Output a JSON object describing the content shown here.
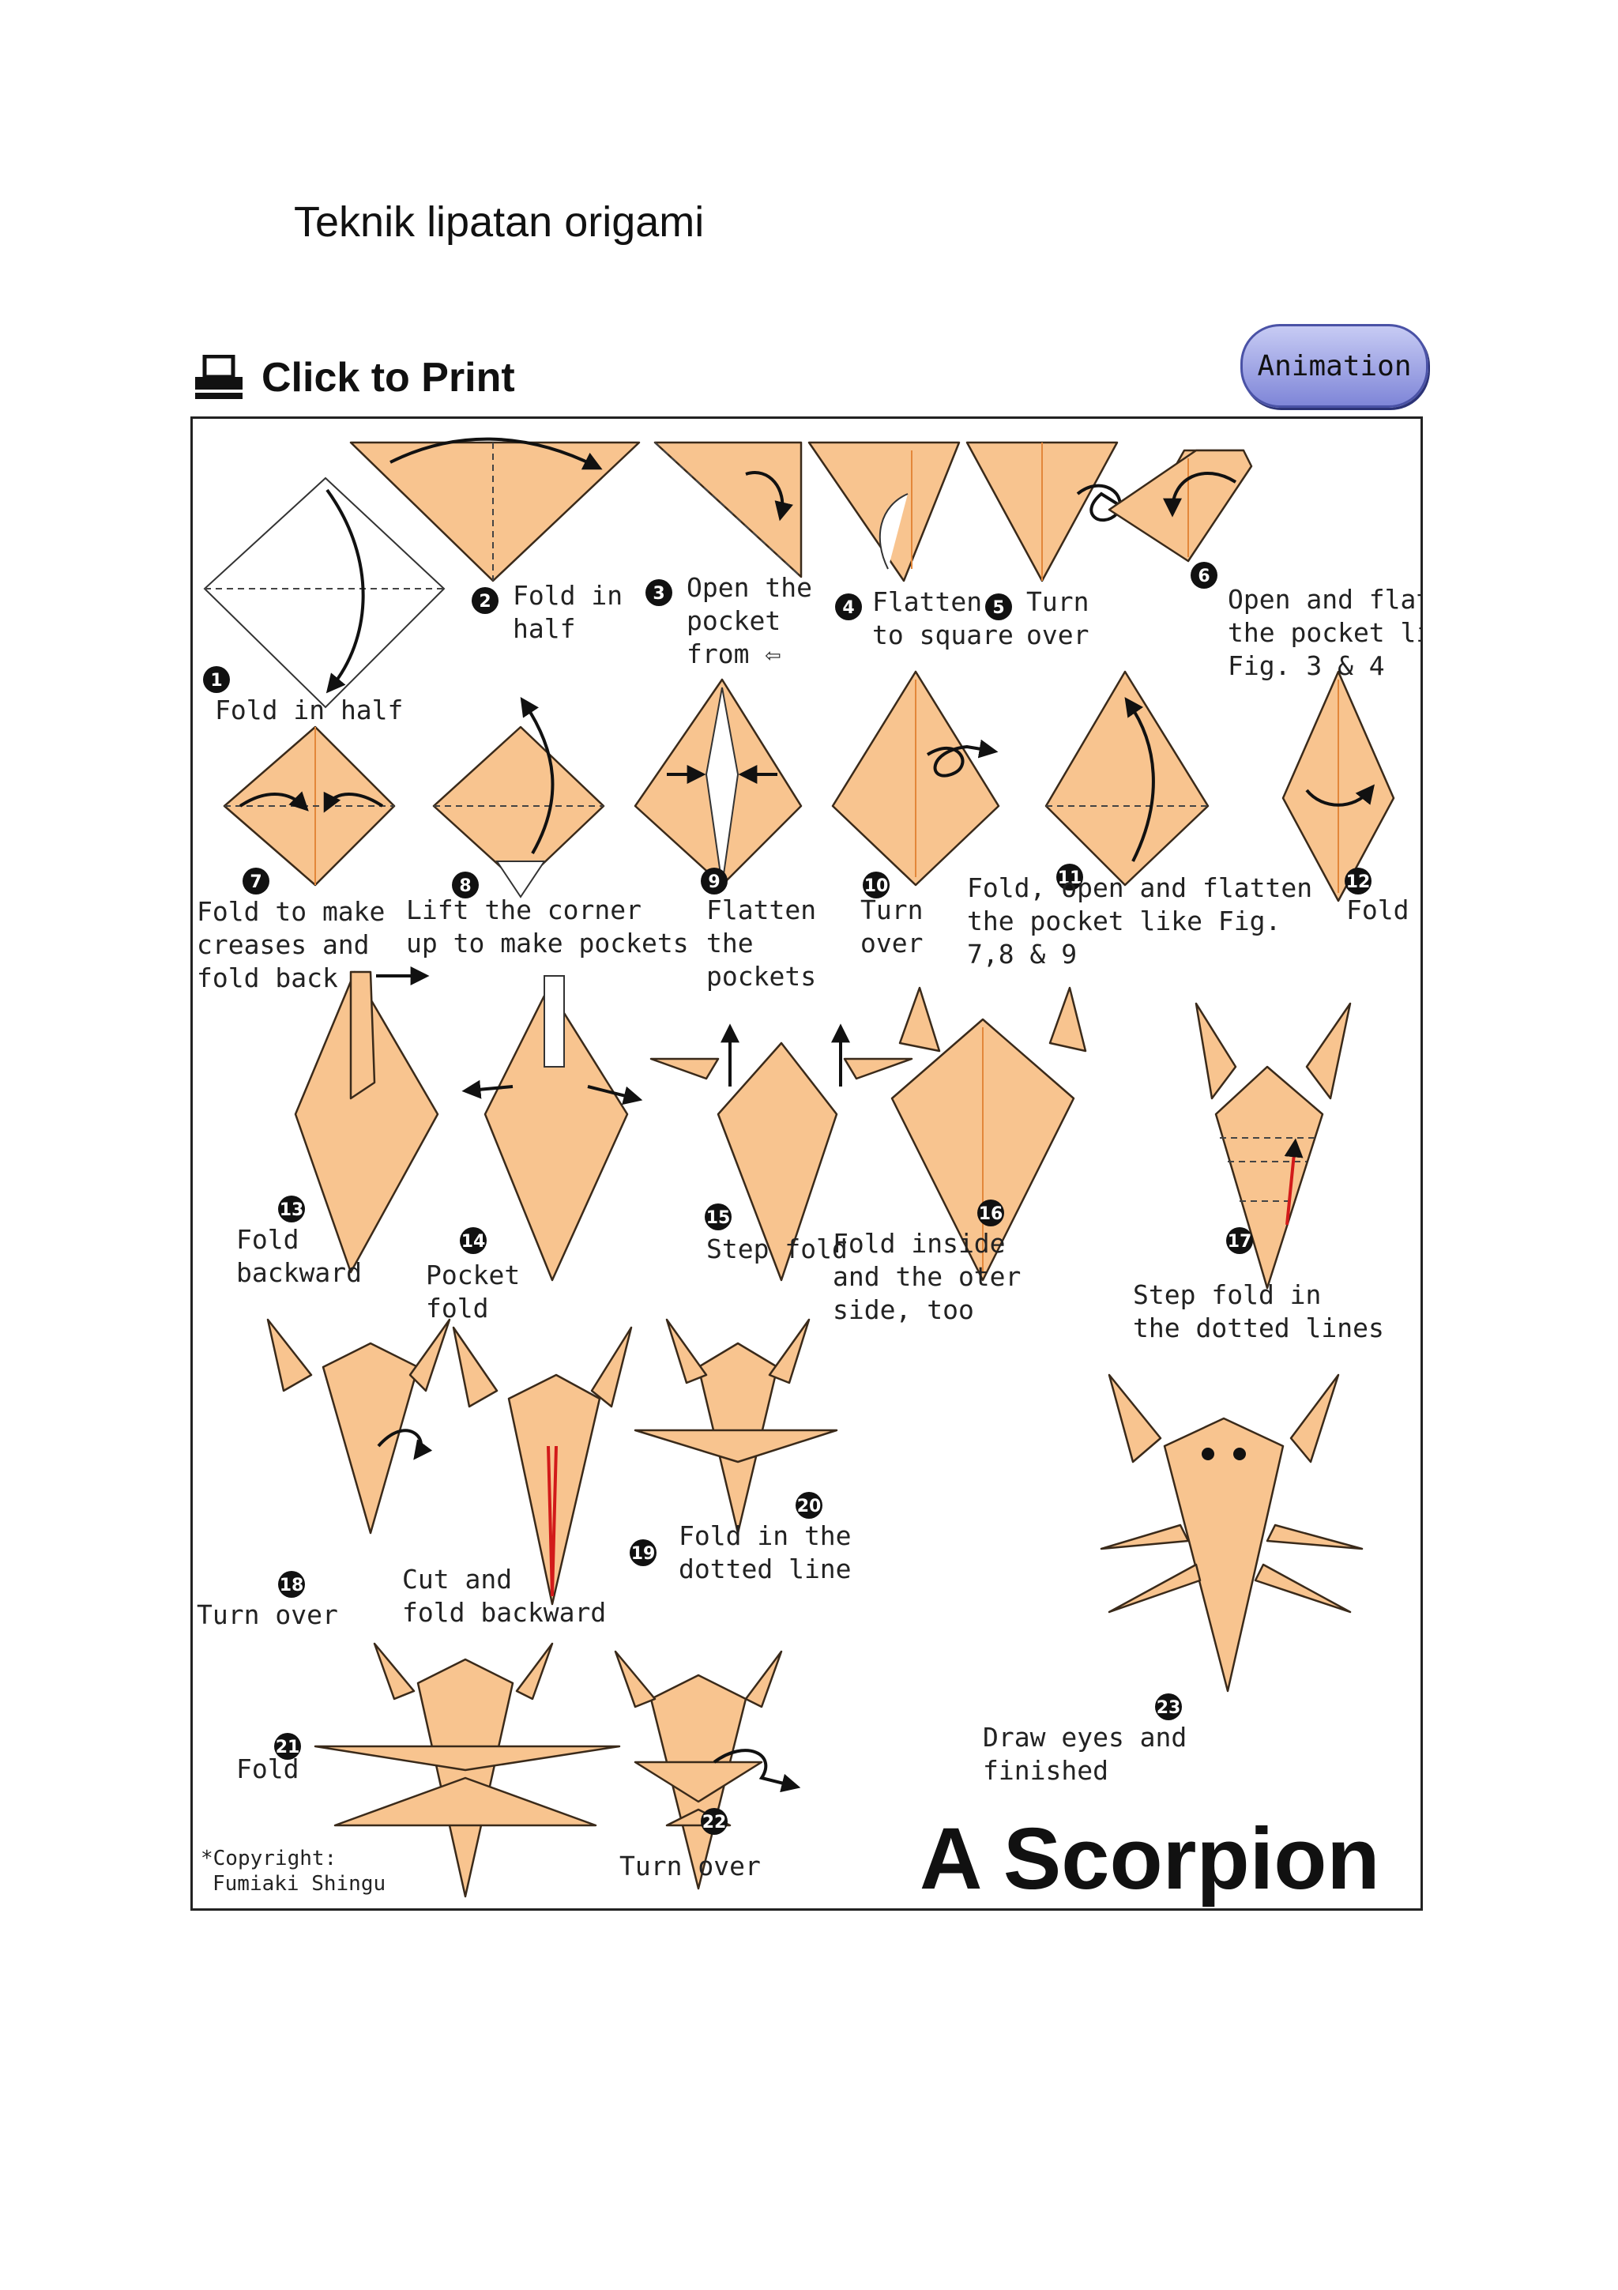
{
  "doc_title": "Teknik lipatan origami",
  "print_label": "Click to Print",
  "animation_label": "Animation",
  "title": "A Scorpion",
  "copyright": [
    "*Copyright:",
    "Fumiaki Shingu"
  ],
  "colors": {
    "paper": "#f8c48f",
    "crease": "#e3873a",
    "outline": "#3a2a1a",
    "cut_line": "#d21a1a"
  },
  "steps": [
    {
      "n": "1",
      "lines": [
        "Fold in half"
      ]
    },
    {
      "n": "2",
      "lines": [
        "Fold in",
        "half"
      ]
    },
    {
      "n": "3",
      "lines": [
        "Open the",
        "pocket",
        "from ⇦"
      ]
    },
    {
      "n": "4",
      "lines": [
        "Flatten",
        "to square"
      ]
    },
    {
      "n": "5",
      "lines": [
        "Turn",
        "over"
      ]
    },
    {
      "n": "6",
      "lines": [
        "Open and flatten",
        "the pocket like",
        "Fig. 3 & 4"
      ]
    },
    {
      "n": "7",
      "lines": [
        "Fold to make",
        "creases and",
        "fold back"
      ]
    },
    {
      "n": "8",
      "lines": [
        "Lift the corner",
        "up to make pockets"
      ]
    },
    {
      "n": "9",
      "lines": [
        "Flatten",
        "the",
        "pockets"
      ]
    },
    {
      "n": "10",
      "lines": [
        "Turn",
        "over"
      ]
    },
    {
      "n": "11",
      "lines": [
        "Fold, open and flatten",
        "the pocket like Fig.",
        "7,8 & 9"
      ]
    },
    {
      "n": "12",
      "lines": [
        "Fold"
      ]
    },
    {
      "n": "13",
      "lines": [
        "Fold",
        "backward"
      ]
    },
    {
      "n": "14",
      "lines": [
        "Pocket",
        "fold"
      ]
    },
    {
      "n": "15",
      "lines": [
        "Step fold"
      ]
    },
    {
      "n": "16",
      "lines": [
        "Fold inside",
        "and the oter",
        "side, too"
      ]
    },
    {
      "n": "17",
      "lines": [
        "Step fold in",
        "the dotted lines"
      ]
    },
    {
      "n": "18",
      "lines": [
        "Turn over"
      ]
    },
    {
      "n": "19",
      "lines": [
        "Cut and",
        "fold backward"
      ]
    },
    {
      "n": "20",
      "lines": [
        "Fold in the",
        "dotted line"
      ]
    },
    {
      "n": "21",
      "lines": [
        "Fold"
      ]
    },
    {
      "n": "22",
      "lines": [
        "Turn over"
      ]
    },
    {
      "n": "23",
      "lines": [
        "Draw eyes and",
        "finished"
      ]
    }
  ]
}
